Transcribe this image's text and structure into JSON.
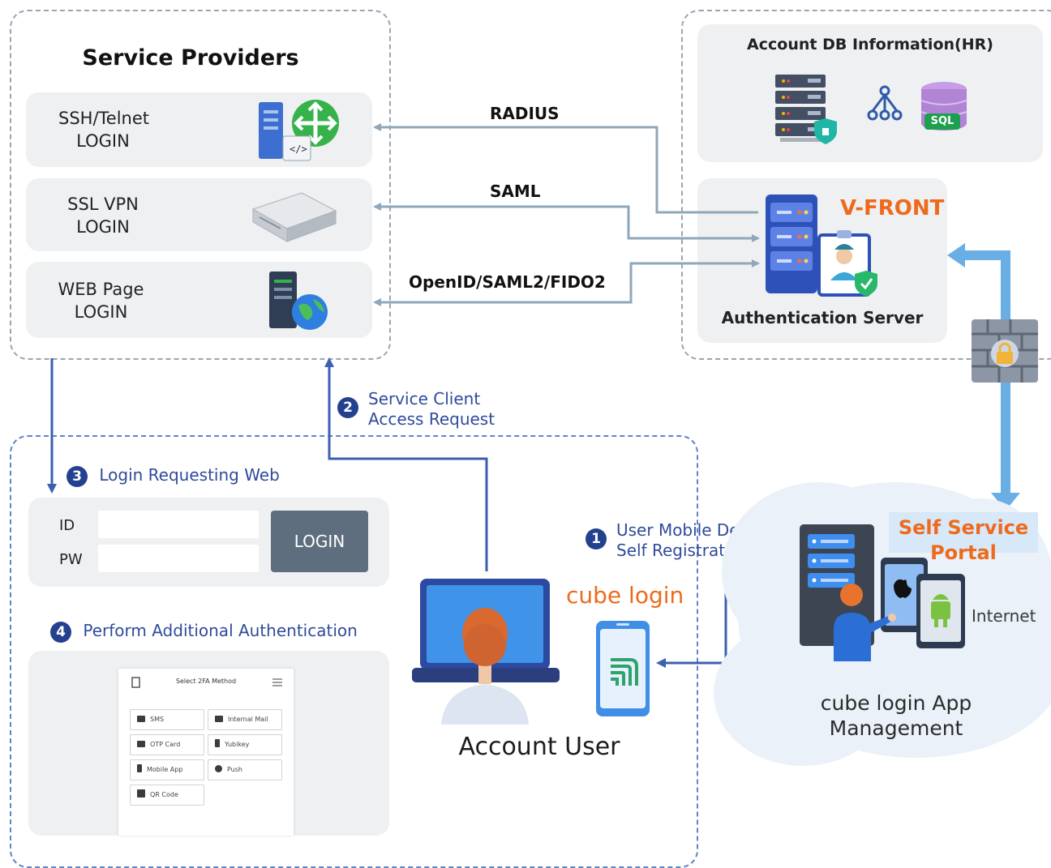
{
  "service_providers": {
    "title": "Service Providers",
    "items": [
      {
        "line1": "SSH/Telnet",
        "line2": "LOGIN",
        "icon": "server-router-icon"
      },
      {
        "line1": "SSL VPN",
        "line2": "LOGIN",
        "icon": "vpn-appliance-icon"
      },
      {
        "line1": "WEB Page",
        "line2": "LOGIN",
        "icon": "web-server-globe-icon"
      }
    ]
  },
  "protocols": {
    "radius": "RADIUS",
    "saml": "SAML",
    "openid": "OpenID/SAML2/FIDO2"
  },
  "account_db": {
    "title": "Account DB Information(HR)",
    "sql_tag": "SQL"
  },
  "auth_server": {
    "brand": "V-FRONT",
    "label": "Authentication Server"
  },
  "steps": {
    "step1": {
      "num": "1",
      "line1": "User Mobile Device",
      "line2": "Self Registration"
    },
    "step2": {
      "num": "2",
      "line1": "Service Client",
      "line2": "Access Request"
    },
    "step3": {
      "num": "3",
      "text": "Login Requesting Web"
    },
    "step4": {
      "num": "4",
      "text": "Perform Additional Authentication"
    }
  },
  "login_form": {
    "id_label": "ID",
    "pw_label": "PW",
    "button": "LOGIN"
  },
  "twofa": {
    "title": "Select 2FA Method",
    "options": [
      "SMS",
      "Internal Mail",
      "OTP Card",
      "Yubikey",
      "Mobile App",
      "Push",
      "QR Code"
    ]
  },
  "cube_login": "cube login",
  "account_user": "Account User",
  "self_service": {
    "line1": "Self Service",
    "line2": "Portal"
  },
  "internet": "Internet",
  "app_mgmt": {
    "line1": "cube login App",
    "line2": "Management"
  },
  "colors": {
    "accent_orange": "#ee6a1c",
    "step_blue": "#24418f",
    "arrow_gray": "#8fa7b8",
    "arrow_blue": "#3c5fb0",
    "arrow_lightblue": "#6aaee6"
  }
}
